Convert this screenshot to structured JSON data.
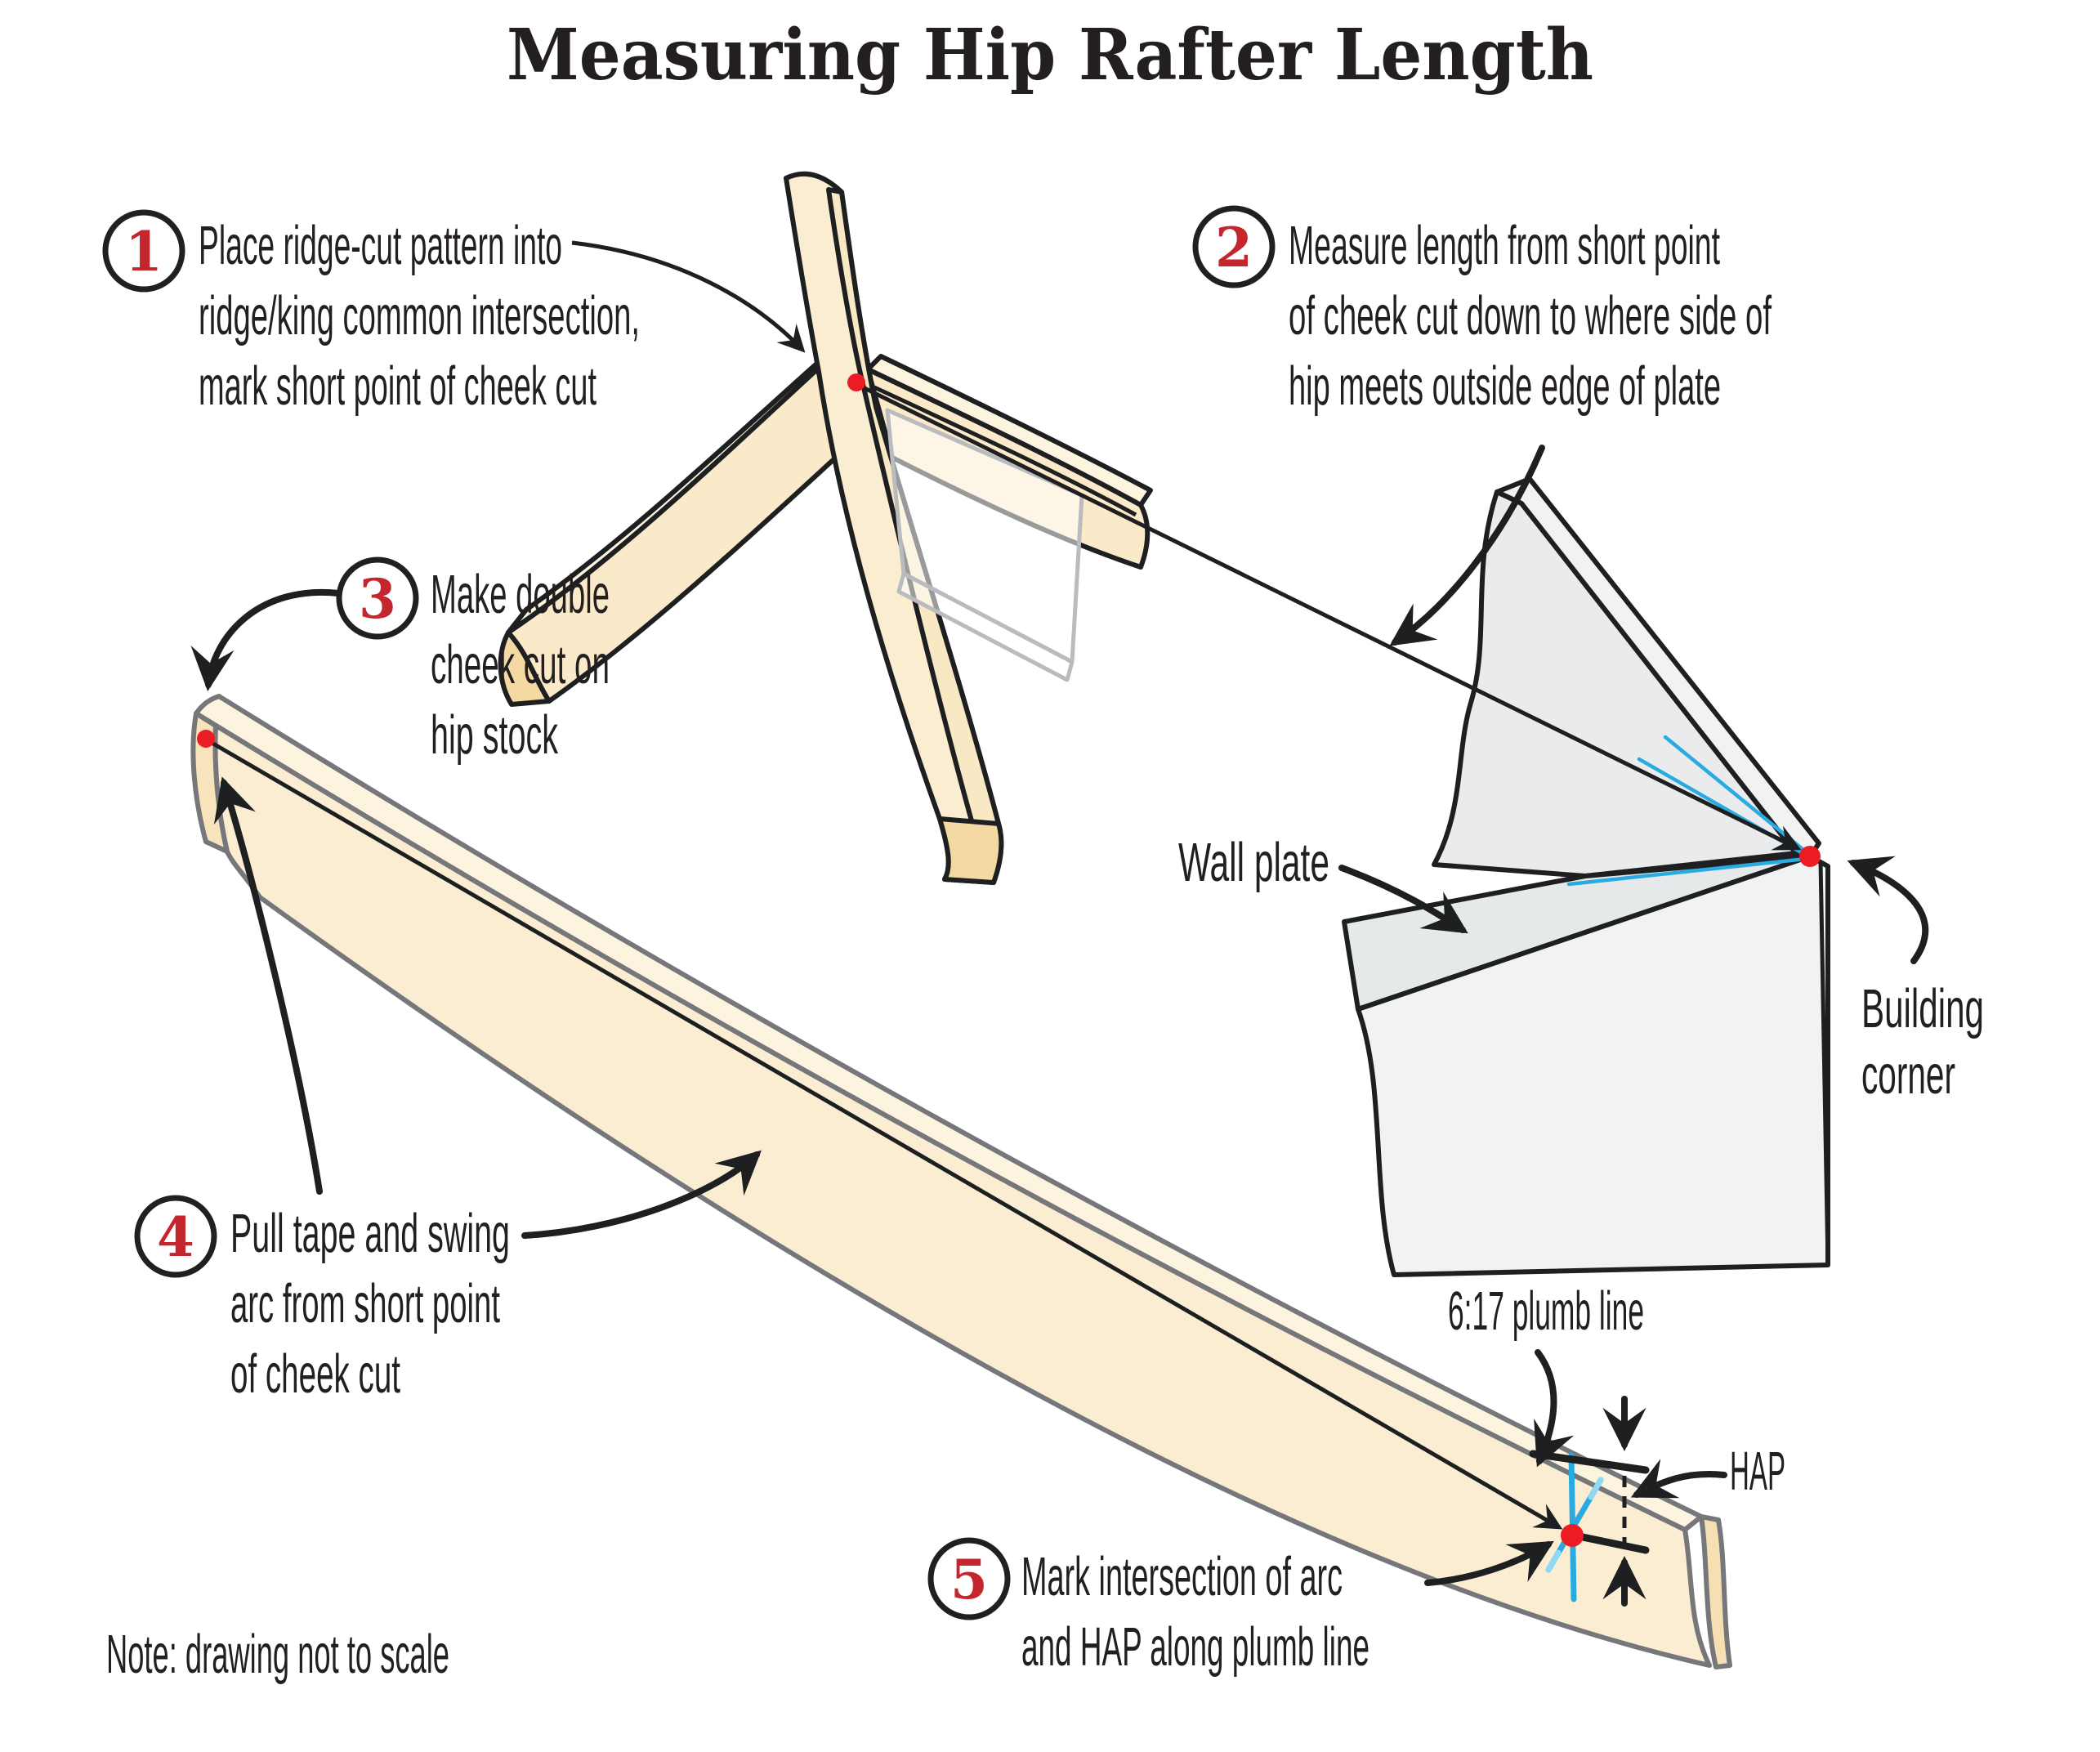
{
  "title": "Measuring Hip Rafter Length",
  "steps": [
    {
      "num": "1",
      "lines": [
        "Place ridge-cut pattern into",
        "ridge/king common intersection,",
        "mark short point of cheek cut"
      ]
    },
    {
      "num": "2",
      "lines": [
        "Measure length from short point",
        "of cheek cut down to where side of",
        "hip meets outside edge of plate"
      ]
    },
    {
      "num": "3",
      "lines": [
        "Make double",
        "cheek cut on",
        "hip stock"
      ]
    },
    {
      "num": "4",
      "lines": [
        "Pull tape and swing",
        "arc from short point",
        "of cheek cut"
      ]
    },
    {
      "num": "5",
      "lines": [
        "Mark intersection of arc",
        "and HAP along plumb line"
      ]
    }
  ],
  "labels": {
    "wall_plate": "Wall plate",
    "building_corner_line1": "Building",
    "building_corner_line2": "corner",
    "plumb_line": "6:17 plumb line",
    "hap": "HAP",
    "note": "Note: drawing not to scale"
  },
  "colors": {
    "text": "#231f20",
    "callout_number_red": "#c4262e",
    "mark_red": "#ec1c24",
    "layout_blue": "#29abe2",
    "wood_face": "#fbedd2",
    "wood_top": "#fdf4df",
    "wood_end_grain": "#f5d9a2",
    "plate_gray": "#eceeef",
    "outline_black": "#1e1f21",
    "outline_gray": "#76777b"
  }
}
